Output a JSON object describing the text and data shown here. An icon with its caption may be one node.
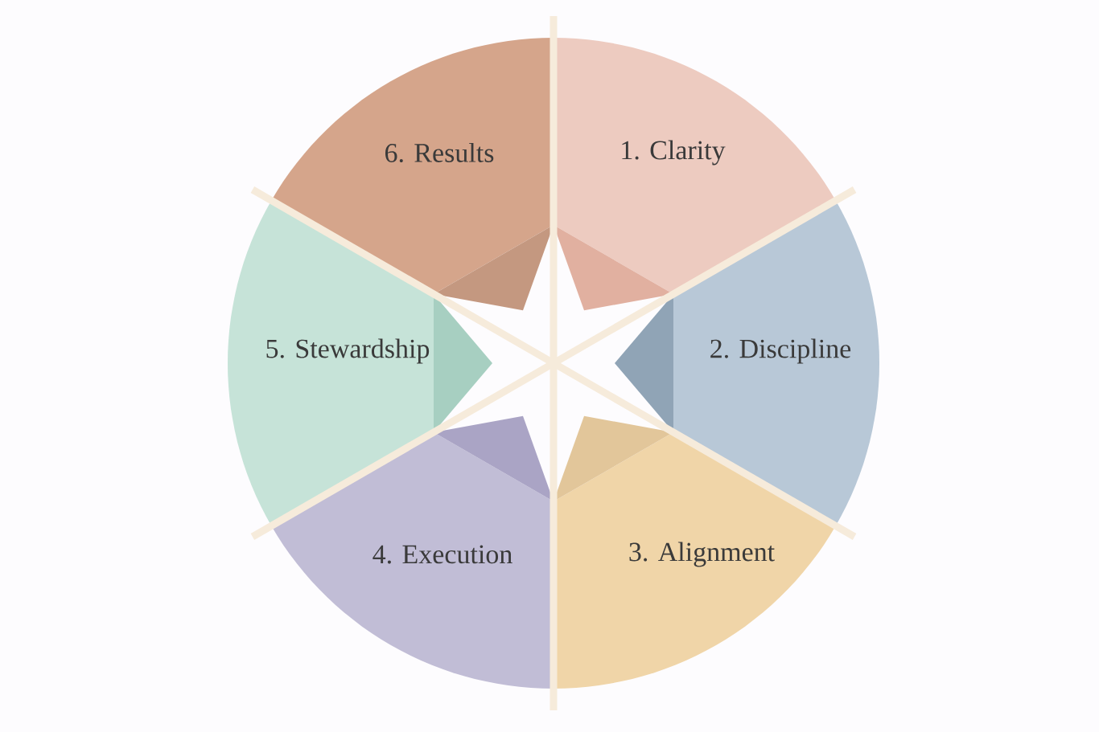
{
  "diagram": {
    "nodes": [
      {
        "text": [
          "1. Clarity"
        ]
      },
      {
        "text": [
          "2. Discipline"
        ]
      },
      {
        "text": [
          "3. Alignment"
        ]
      },
      {
        "text": [
          "4. Execution"
        ]
      },
      {
        "text": [
          "5. Stewardship"
        ]
      },
      {
        "text": [
          "6. Results"
        ]
      }
    ]
  }
}
